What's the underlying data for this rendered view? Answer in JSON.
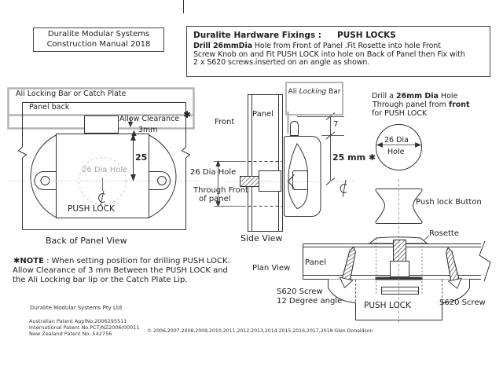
{
  "header": {
    "manual_box": {
      "line1": "Duralite Modular Systems",
      "line2": "Construction Manual 2018"
    },
    "fixings_box": {
      "title": "Duralite Hardware Fixings :",
      "title_value": "PUSH LOCKS",
      "line1_bold": "Drill 26mmDia",
      "line1_rest": " Hole from Front of Panel .Fit Rosette into hole Front",
      "line2": "Screw Knob on and Fit PUSH LOCK into hole on Back of Panel then Fix with",
      "line3": "2 x  S620 screws.inserted  on an angle as shown."
    }
  },
  "back_view": {
    "locking_bar_label": "Ali Locking Bar or Catch Plate",
    "panel_back_label": "Panel back",
    "allow_clearance_label": "Allow Clearance",
    "asterisk": "✱",
    "clearance_value": "3mm",
    "dim_25": "25",
    "hole_label": "26 Dia Hole",
    "push_lock_label": "PUSH LOCK",
    "caption": "Back of Panel View"
  },
  "side_view": {
    "front_label": "Front",
    "panel_label": "Panel",
    "hole_line1": "26 Dia Hole",
    "hole_line2": "Through Front",
    "hole_line3": "of panel",
    "locking_bar_part1": "Ali ",
    "locking_bar_part2": "Locking",
    "locking_bar_part3": " Bar",
    "dim_7": "7",
    "dim_25mm": "25 mm ✱",
    "caption": "Side View"
  },
  "drill_callout": {
    "line1_a": "Drill a ",
    "line1_b": "26mm Dia",
    "line1_c": " Hole",
    "line2_a": " Through panel from ",
    "line2_b": "front",
    "line3": "for PUSH LOCK",
    "circle_line1": "26 Dia",
    "circle_line2": "Hole"
  },
  "plan_view": {
    "button_label": "Push lock Button",
    "rosette_label": "Rosette",
    "panel_label": "Panel",
    "caption": "Plan View",
    "screw_left_line1": "S620 Screw",
    "screw_left_line2": "12 Degree angle",
    "push_lock_label": "PUSH LOCK",
    "screw_right_label": "S620 Screw"
  },
  "note": {
    "star": "✱NOTE",
    "line1_rest": " : When setting position for drilling PUSH LOCK.",
    "line2": "Allow Clearance of  3 mm  Between the PUSH LOCK  and",
    "line3": "the Ali Locking bar lip or the Catch Plate  Lip."
  },
  "footer": {
    "company": "Duralite Modular Systems Pty Ltd",
    "patent_au": "Australian Patent ApplNo.2006295511",
    "patent_int": "International Patent No.PCT/NZ2006/00011",
    "patent_nz": "New Zealand Patent No. 542756",
    "copyright": "© 2006,2007,2008,2009,2010,2011,2012,2013,2014,2015,2016,2017,2018 Glen Donaldson"
  },
  "colors": {
    "accent_gray": "#b4b4b4",
    "line": "#333333",
    "hidden_gray": "#c9c9c9"
  }
}
